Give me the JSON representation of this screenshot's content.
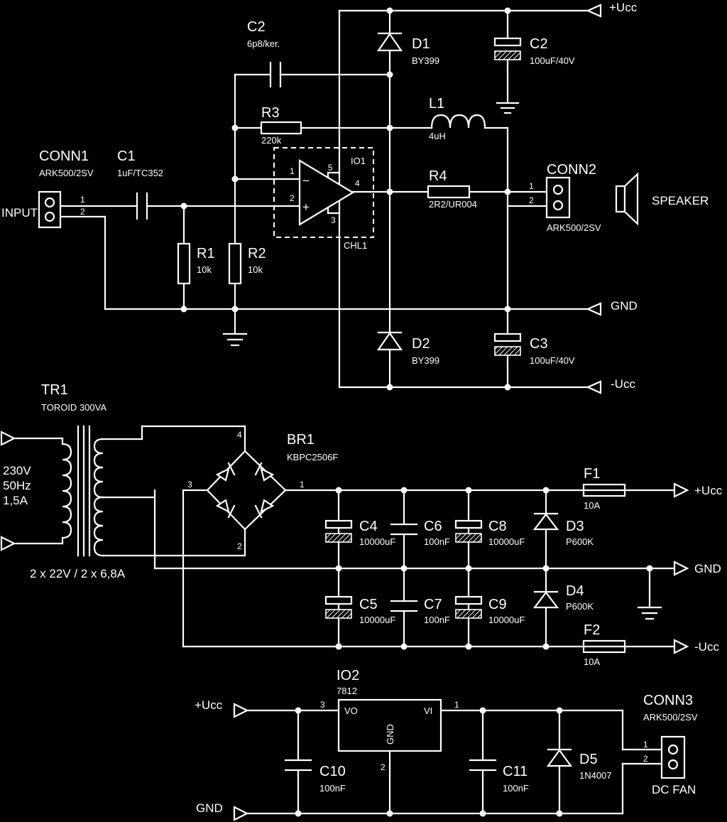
{
  "amp": {
    "supply_pos": "+Ucc",
    "supply_neg": "-Ucc",
    "gnd": "GND",
    "conn1": {
      "ref": "CONN1",
      "value": "ARK500/2SV",
      "pin1": "1",
      "pin2": "2"
    },
    "input_label": "INPUT",
    "c1": {
      "ref": "C1",
      "value": "1uF/TC352"
    },
    "c2_feedback": {
      "ref": "C2",
      "value": "6p8/ker."
    },
    "r3": {
      "ref": "R3",
      "value": "220k"
    },
    "r1": {
      "ref": "R1",
      "value": "10k"
    },
    "r2": {
      "ref": "R2",
      "value": "10k"
    },
    "io1": {
      "ref": "IO1",
      "name": "CHL1",
      "p1": "1",
      "p2": "2",
      "p3": "3",
      "p4": "4",
      "p5": "5",
      "minus": "−",
      "plus": "+"
    },
    "d1": {
      "ref": "D1",
      "value": "BY399"
    },
    "d2": {
      "ref": "D2",
      "value": "BY399"
    },
    "c2_supply": {
      "ref": "C2",
      "value": "100uF/40V"
    },
    "c3": {
      "ref": "C3",
      "value": "100uF/40V"
    },
    "l1": {
      "ref": "L1",
      "value": "4uH"
    },
    "r4": {
      "ref": "R4",
      "value": "2R2/UR004"
    },
    "conn2": {
      "ref": "CONN2",
      "value": "ARK500/2SV",
      "pin1": "1",
      "pin2": "2"
    },
    "speaker": "SPEAKER"
  },
  "psu": {
    "tr1": {
      "ref": "TR1",
      "value": "TOROID 300VA",
      "secondary": "2 x 22V / 2 x 6,8A"
    },
    "mains": [
      "230V",
      "50Hz",
      "1,5A"
    ],
    "br1": {
      "ref": "BR1",
      "value": "KBPC2506F",
      "p1": "1",
      "p2": "2",
      "p3": "3",
      "p4": "4"
    },
    "c4": {
      "ref": "C4",
      "value": "10000uF"
    },
    "c5": {
      "ref": "C5",
      "value": "10000uF"
    },
    "c6": {
      "ref": "C6",
      "value": "100nF"
    },
    "c7": {
      "ref": "C7",
      "value": "100nF"
    },
    "c8": {
      "ref": "C8",
      "value": "10000uF"
    },
    "c9": {
      "ref": "C9",
      "value": "10000uF"
    },
    "d3": {
      "ref": "D3",
      "value": "P600K"
    },
    "d4": {
      "ref": "D4",
      "value": "P600K"
    },
    "f1": {
      "ref": "F1",
      "value": "10A"
    },
    "f2": {
      "ref": "F2",
      "value": "10A"
    },
    "out_pos": "+Ucc",
    "out_gnd": "GND",
    "out_neg": "-Ucc"
  },
  "fan": {
    "in_pos": "+Ucc",
    "in_gnd": "GND",
    "io2": {
      "ref": "IO2",
      "value": "7812",
      "vo": "VO",
      "vi": "VI",
      "gnd": "GND",
      "p1": "1",
      "p2": "2",
      "p3": "3"
    },
    "c10": {
      "ref": "C10",
      "value": "100nF"
    },
    "c11": {
      "ref": "C11",
      "value": "100nF"
    },
    "d5": {
      "ref": "D5",
      "value": "1N4007"
    },
    "conn3": {
      "ref": "CONN3",
      "value": "ARK500/2SV",
      "pin1": "1",
      "pin2": "2"
    },
    "fan_label": "DC FAN"
  }
}
